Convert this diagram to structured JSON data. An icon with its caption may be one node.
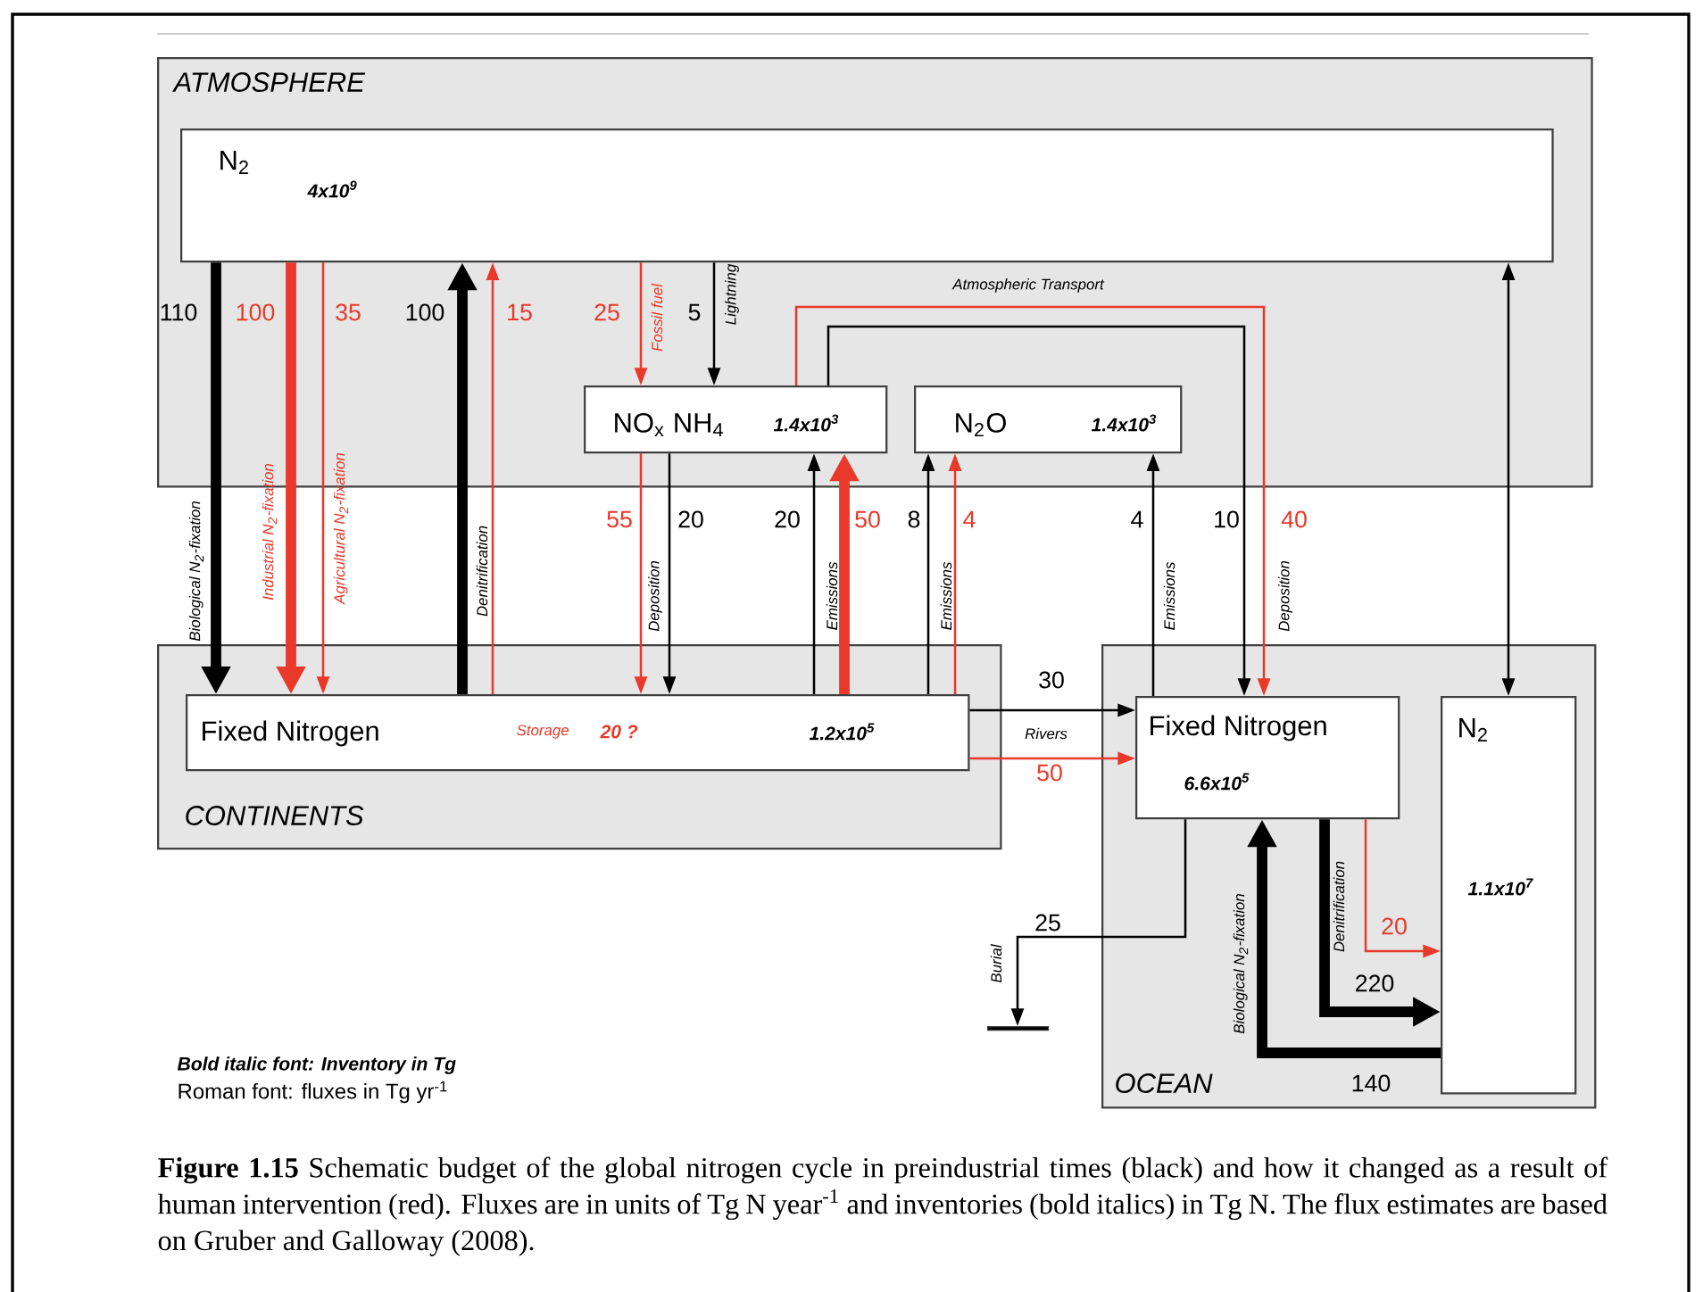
{
  "diagram": {
    "caption": "**Figure 1.15** Schematic budget of the global nitrogen cycle in preindustrial times (black) and how it changed as a result of human intervention (red). Fluxes are in units of Tg N year$^{-1}$ and inventories (bold italics) in Tg N. The flux estimates are based on Gruber and Galloway (2008).",
    "nodes": [
      {
        "text": [
          "ATMOSPHERE"
        ]
      },
      {
        "text": [
          "N$_{2}$",
          "4x10$^{9}$"
        ],
        "in": 0
      },
      {
        "text": [
          "NO$_{x}$ NH$_{4}$",
          "1.4x10$^{3}$"
        ],
        "in": 0
      },
      {
        "text": [
          "N$_{2}$O",
          "1.4x10$^{3}$"
        ],
        "in": 0
      },
      {
        "text": [
          "CONTINENTS"
        ]
      },
      {
        "text": [
          "Fixed Nitrogen",
          "Storage",
          "20 ?",
          "1.2x10$^{5}$"
        ],
        "in": 4
      },
      {
        "text": [
          "OCEAN"
        ]
      },
      {
        "text": [
          "Fixed Nitrogen",
          "6.6x10$^{5}$"
        ],
        "in": 6
      },
      {
        "text": [
          "N$_{2}$",
          "1.1x10$^{7}$"
        ],
        "in": 6
      },
      {
        "text": [],
        "shape": "bar"
      }
    ],
    "edges": [
      {
        "from": 1,
        "to": 5,
        "arrow": "to",
        "label": "110",
        "style": "thick"
      },
      {
        "from": 1,
        "to": 5,
        "arrow": "to",
        "label": "100",
        "style": "thick",
        "color": "#e8392a"
      },
      {
        "from": 1,
        "to": 5,
        "arrow": "to",
        "label": "35",
        "color": "#e8392a"
      },
      {
        "from": 5,
        "to": 1,
        "arrow": "to",
        "label": "100",
        "style": "thick"
      },
      {
        "from": 5,
        "to": 1,
        "arrow": "to",
        "label": "15",
        "color": "#e8392a"
      },
      {
        "from": 1,
        "to": 2,
        "arrow": "to",
        "label": "25",
        "color": "#e8392a"
      },
      {
        "from": 1,
        "to": 2,
        "arrow": "to",
        "label": "5"
      },
      {
        "from": 2,
        "to": 5,
        "arrow": "to",
        "label": "55",
        "color": "#e8392a"
      },
      {
        "from": 2,
        "to": 5,
        "arrow": "to",
        "label": "20"
      },
      {
        "from": 5,
        "to": 2,
        "arrow": "to",
        "label": "20"
      },
      {
        "from": 5,
        "to": 2,
        "arrow": "to",
        "label": "50",
        "style": "thick",
        "color": "#e8392a"
      },
      {
        "from": 5,
        "to": 3,
        "arrow": "to",
        "label": "8"
      },
      {
        "from": 5,
        "to": 3,
        "arrow": "to",
        "label": "4",
        "color": "#e8392a"
      },
      {
        "from": 2,
        "to": 7,
        "arrow": "to",
        "label": "40",
        "color": "#e8392a"
      },
      {
        "from": 2,
        "to": 7,
        "arrow": "to",
        "label": "10"
      },
      {
        "from": 7,
        "to": 3,
        "arrow": "to",
        "label": "4"
      },
      {
        "from": 5,
        "to": 7,
        "arrow": "to",
        "label": "30"
      },
      {
        "from": 5,
        "to": 7,
        "arrow": "to",
        "label": "50",
        "color": "#e8392a"
      },
      {
        "from": 7,
        "to": 9,
        "arrow": "to",
        "label": "25"
      },
      {
        "from": 1,
        "to": 8,
        "arrow": "both"
      },
      {
        "from": 7,
        "to": 8,
        "arrow": "to",
        "label": "220",
        "style": "thick"
      },
      {
        "from": 7,
        "to": 8,
        "arrow": "to",
        "label": "20",
        "color": "#e8392a"
      },
      {
        "from": 8,
        "to": 7,
        "arrow": "to",
        "label": "140",
        "style": "thick"
      }
    ],
    "labels": [
      "Atmospheric Transport",
      "Fossil fuel",
      "Lightning",
      "Biological N$_{2}$-fixation",
      "Industrial N$_{2}$-fixation",
      "Agricultural N$_{2}$-fixation",
      "Denitrification",
      "Deposition",
      "Emissions",
      "Emissions",
      "Emissions",
      "Deposition",
      "Rivers",
      "Denitrification",
      "Biological N$_{2}$-fixation",
      "Burial",
      "Bold italic font: Inventory in Tg",
      "Roman font: fluxes in Tg yr$^{-1}$"
    ]
  }
}
